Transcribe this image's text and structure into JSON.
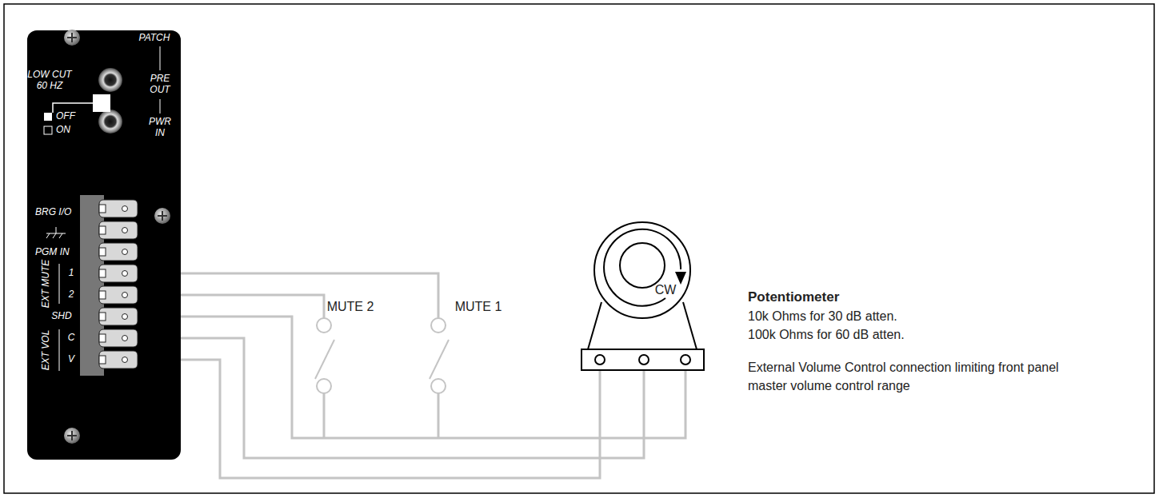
{
  "diagram": {
    "labels": [
      "PATCH",
      "PRE OUT",
      "LOW CUT 60 HZ",
      "PWR IN",
      "OFF",
      "ON",
      "BRG I/O",
      "PGM IN",
      "EXT MUTE",
      "1",
      "2",
      "SHD",
      "EXT VOL",
      "C",
      "V",
      "MUTE 2",
      "MUTE 1",
      "CW",
      "Potentiometer",
      "10k Ohms for 30 dB atten.",
      "100k Ohms for 60 dB atten.",
      "External Volume Control connection limiting front panel master volume control range"
    ]
  }
}
